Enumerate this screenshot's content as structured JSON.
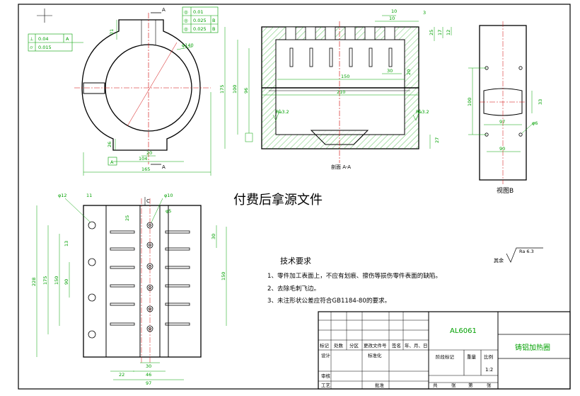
{
  "watermark": "付费后拿源文件",
  "top_view": {
    "section_mark": "A",
    "section_mark_bottom": "A",
    "dim_diameter": "φ140",
    "dim_width_overall": "165",
    "dim_104": "104",
    "dim_20": "20",
    "dim_21": "21",
    "dim_26": "26",
    "datum_a": "A",
    "tolerance_box_1": [
      "⊥",
      "0.04",
      "A"
    ],
    "tolerance_box_2": [
      "⌭",
      "0.015"
    ],
    "tolerance_frame": [
      {
        "symbol": "◎",
        "value": "0.01",
        "datum": ""
      },
      {
        "symbol": "◎",
        "value": "0.025",
        "datum": "B"
      },
      {
        "symbol": "◎",
        "value": "0.025",
        "datum": "B"
      }
    ]
  },
  "section_view": {
    "label": "剖面  A-A",
    "dim_top_10": "10",
    "dim_top_3": "3",
    "dim_100": "100",
    "dim_96": "96",
    "dim_210": "210",
    "dim_150": "150",
    "dim_175": "175",
    "dim_30": "30",
    "dim_20": "20",
    "dim_25": "25",
    "dim_17": "17",
    "dim_12": "12",
    "dim_27": "27",
    "roughness_left": "Ra3.2",
    "roughness_right": "Ra3.2"
  },
  "view_b": {
    "label": "视图B",
    "dim_100": "100",
    "dim_97": "97",
    "dim_33": "33",
    "dim_90": "90",
    "dim_phi6": "φ6"
  },
  "bottom_view": {
    "mark_c": "C",
    "dim_phi12": "φ12",
    "dim_11": "11",
    "dim_phi10": "φ10",
    "dim_phi5": "φ5",
    "dim_25": "25",
    "dim_228": "228",
    "dim_175": "175",
    "dim_150": "150",
    "dim_90": "90",
    "dim_13": "13",
    "dim_30": "30",
    "dim_22": "22",
    "dim_30b": "30",
    "dim_46": "46",
    "dim_97": "97"
  },
  "notes": {
    "title": "技术要求",
    "items": [
      "1、零件加工表面上，不应有划痕、擦伤等损伤零件表面的缺陷。",
      "2、去除毛刺飞边。",
      "3、未注形状公差应符合GB1184-80的要求。"
    ],
    "roughness_other": "其余",
    "roughness_value": "Ra 6.3"
  },
  "title_block": {
    "material": "AL6061",
    "part_name": "铸铝加热圈",
    "scale": "1:2",
    "labels": {
      "mark": "标记",
      "count": "处数",
      "zone": "分区",
      "doc_no": "更改文件号",
      "sign": "签名",
      "date": "年、月、日",
      "design": "设计",
      "standardize": "标准化",
      "stage_mark": "阶段标记",
      "weight": "重量",
      "ratio": "比例",
      "review": "审核",
      "process": "工艺",
      "approve": "批准",
      "sheets": "共",
      "sheet_of": "张",
      "sheet_no": "第",
      "sheet_unit": "张"
    }
  }
}
